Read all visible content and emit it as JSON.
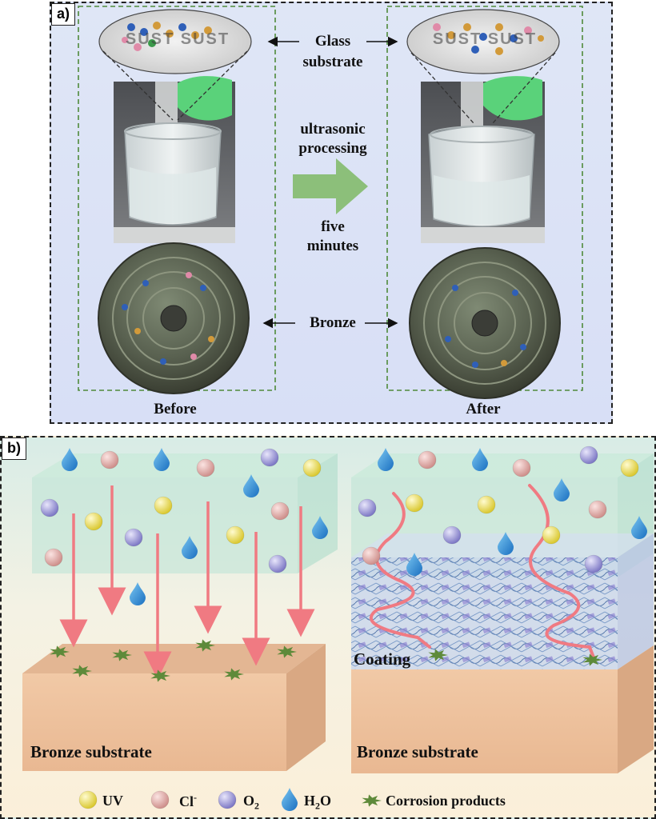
{
  "panel_a": {
    "tag": "a)",
    "glass_label_1": "Glass",
    "glass_label_2": "substrate",
    "process_1": "ultrasonic",
    "process_2": "processing",
    "time_1": "five",
    "time_2": "minutes",
    "bronze_label": "Bronze",
    "glass_text": "SUST SUST",
    "before": "Before",
    "after": "After"
  },
  "panel_b": {
    "tag": "b)",
    "left_substrate": "Bronze substrate",
    "right_substrate": "Bronze substrate",
    "coating": "Coating",
    "legend": {
      "uv": "UV",
      "cl": "Cl",
      "cl_sup": "-",
      "o2": "O",
      "o2_sub": "2",
      "h2o_h": "H",
      "h2o_sub": "2",
      "h2o_o": "O",
      "corrosion": "Corrosion products"
    }
  },
  "colors": {
    "uv": "#e8d84a",
    "cl": "#e3a9a6",
    "o2": "#9e9ad8",
    "h2o": "#2a8fd8",
    "corrosion": "#5e8a3a",
    "arrow": "#f07a82",
    "process_arrow": "#8cbf7a",
    "bronze": "#ebbf97"
  }
}
